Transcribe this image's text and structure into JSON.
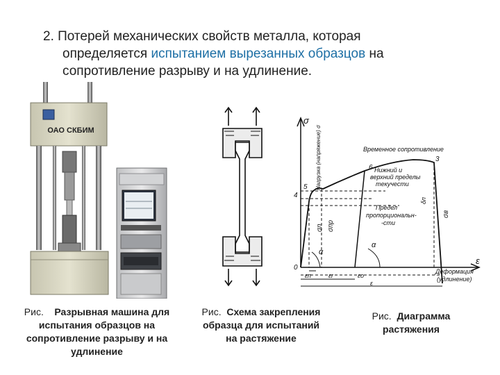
{
  "heading": {
    "line1": "2. Потерей механических свойств металла, которая",
    "line2_before": "определяется ",
    "line2_highlight": "испытанием вырезанных образцов",
    "line2_after": " на",
    "line3": "сопротивление разрыву и на удлинение."
  },
  "machine": {
    "company_label": "ОАО СКБИМ"
  },
  "captions": {
    "machine": {
      "prefix": "Рис.",
      "title": "Разрывная машина для испытания образцов на сопротивление разрыву и на удлинение"
    },
    "scheme": {
      "prefix": "Рис.",
      "title": "Схема закрепления образца для испытаний на растяжение"
    },
    "diagram": {
      "prefix": "Рис.",
      "title": "Диаграмма растяжения"
    }
  },
  "diagram": {
    "y_axis_label": "Нагрузка (напряжение) σ",
    "y_symbol": "σ",
    "x_symbol": "ε",
    "x_axis_label_1": "Деформация",
    "x_axis_label_2": "(удлинение)",
    "label_temporary_resistance": "Временное сопротивление",
    "label_yield_1": "Нижний и",
    "label_yield_2": "верхний пределы",
    "label_yield_3": "текучести",
    "label_prop_1": "Предел",
    "label_prop_2": "пропорциональн-",
    "label_prop_3": "-сти",
    "point_3": "3",
    "point_6": "6",
    "point_5": "5",
    "point_4": "4",
    "origin": "0",
    "sigma_p": "σп",
    "sigma_pr": "σпр",
    "sigma_B": "σв",
    "alpha": "α",
    "eps_p": "εп",
    "eps_r": "εr",
    "eps_o": "εо",
    "eps": "ε",
    "delta_p": "δп"
  }
}
